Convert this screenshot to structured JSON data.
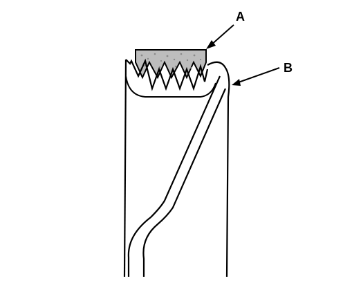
{
  "diagram": {
    "callouts": [
      {
        "id": "A",
        "label": "A"
      },
      {
        "id": "B",
        "label": "B"
      }
    ],
    "colors": {
      "stroke": "#000000",
      "background": "#ffffff",
      "belt_fill": "#bdbdbd"
    }
  }
}
